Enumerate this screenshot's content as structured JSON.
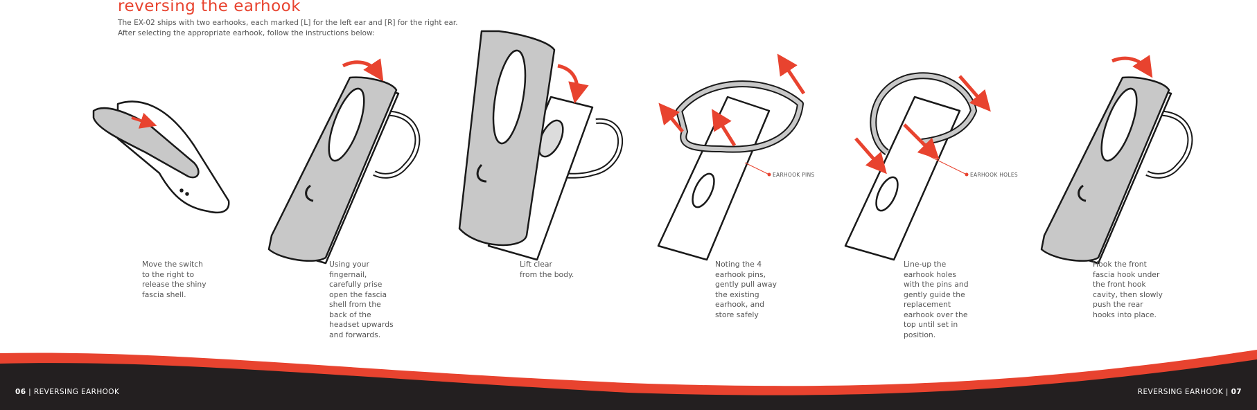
{
  "title": "reversing the earhook",
  "intro": [
    "The EX-02 ships with two earhooks, each marked [L] for the left ear and [R] for the right ear.",
    "After selecting the appropriate earhook, follow the instructions below:"
  ],
  "steps": [
    {
      "lines": [
        "Move the switch",
        "to the right to",
        "release the shiny",
        "fascia shell."
      ]
    },
    {
      "lines": [
        "Using your",
        "fingernail,",
        "carefully prise",
        "open the fascia",
        "shell from the",
        "back of the",
        "headset upwards",
        "and forwards."
      ]
    },
    {
      "lines": [
        "Lift clear",
        "from the body."
      ]
    },
    {
      "lines": [
        "Noting the 4",
        "earhook pins,",
        "gently pull away",
        "the existing",
        "earhook, and",
        "store safely"
      ]
    },
    {
      "lines": [
        "Line-up the",
        "earhook holes",
        "with the pins and",
        "gently guide the",
        "replacement",
        "earhook over the",
        "top until set in",
        "position."
      ]
    },
    {
      "lines": [
        "Hook the front",
        "fascia hook under",
        "the front hook",
        "cavity, then slowly",
        "push the rear",
        "hooks into place."
      ]
    }
  ],
  "callouts": {
    "pins": "EARHOOK PINS",
    "holes": "EARHOOK HOLES"
  },
  "footer": {
    "left_page": "06",
    "left_label": "REVERSING EARHOOK",
    "right_label": "REVERSING EARHOOK",
    "right_page": "07",
    "separator": "|"
  },
  "colors": {
    "accent": "#e8432f",
    "footer_dark": "#231f20",
    "device_gray": "#c8c8c8"
  }
}
